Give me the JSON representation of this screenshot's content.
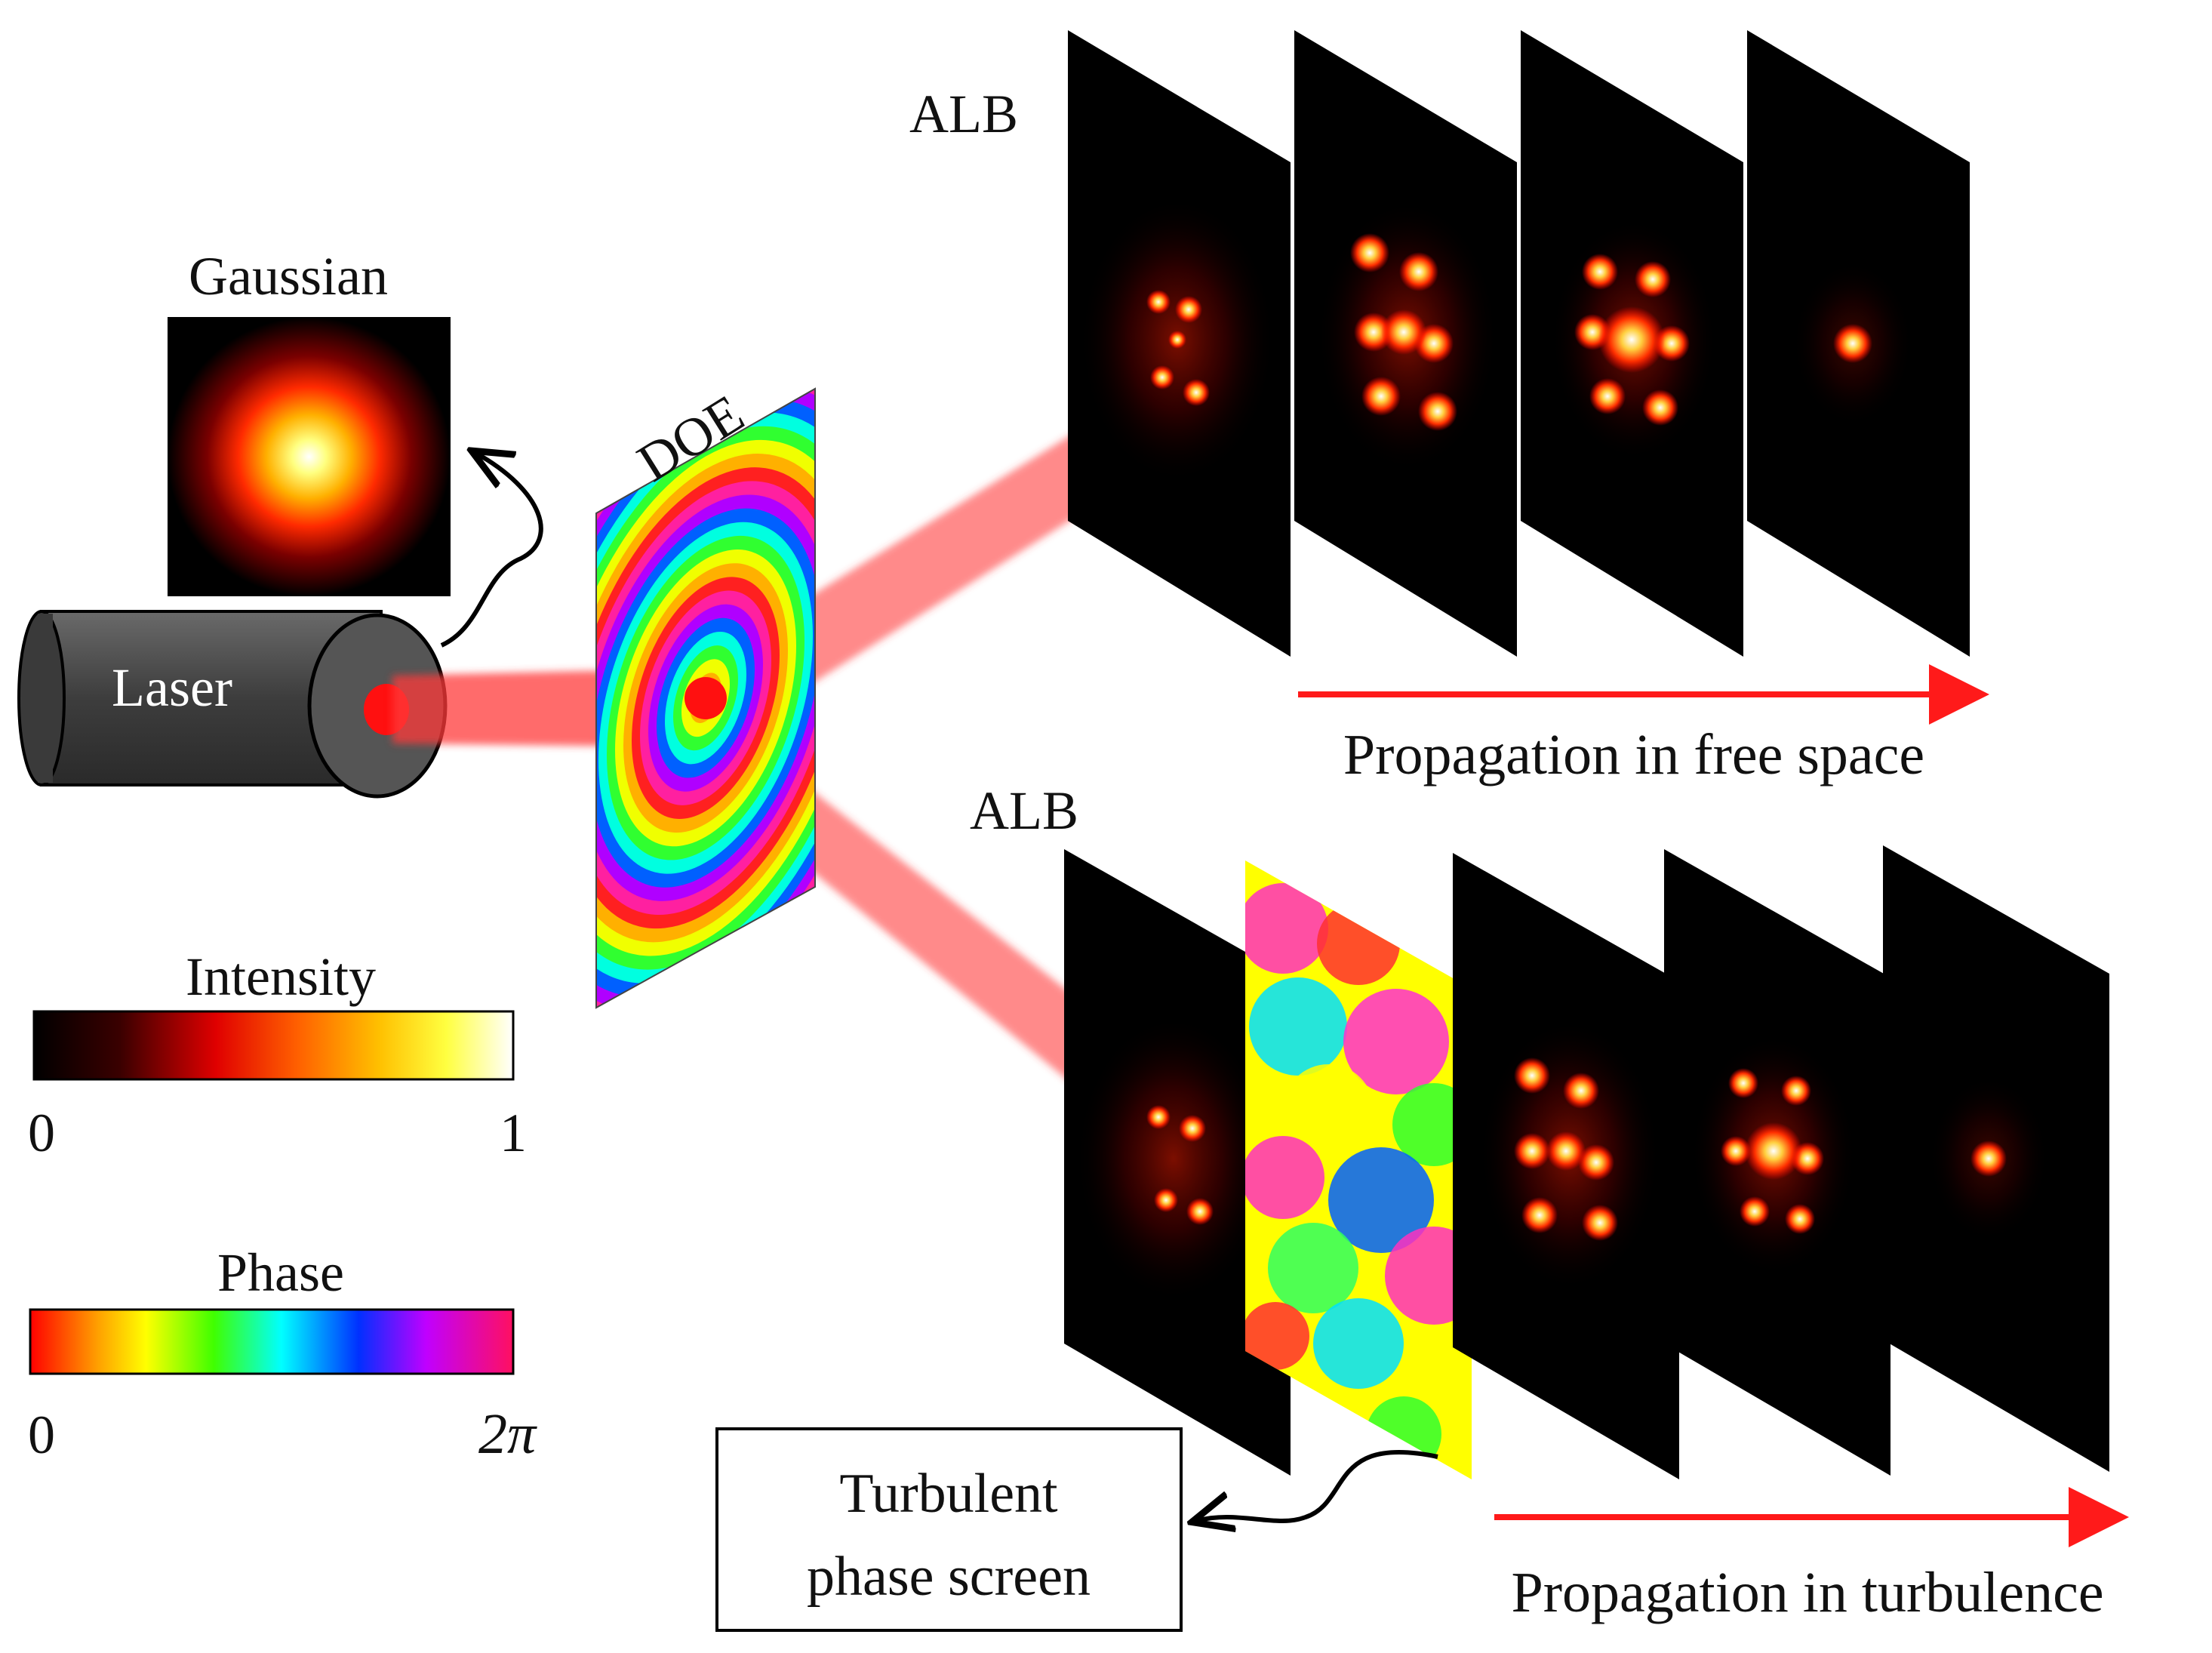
{
  "laser": {
    "label": "Laser"
  },
  "gaussian": {
    "title": "Gaussian"
  },
  "doe": {
    "label": "DOE"
  },
  "free_space": {
    "alb_label": "ALB",
    "caption": "Propagation in free space"
  },
  "turbulence": {
    "alb_label": "ALB",
    "caption": "Propagation in turbulence"
  },
  "turbulent_screen": {
    "line1": "Turbulent",
    "line2": "phase screen"
  },
  "intensity_scale": {
    "title": "Intensity",
    "min": "0",
    "max": "1"
  },
  "phase_scale": {
    "title": "Phase",
    "min": "0",
    "max": "2π"
  },
  "colors": {
    "beam": "#ff3b3b",
    "arrow": "#ff1a1a",
    "panel": "#000000",
    "laser_body": "#4a4a4a"
  }
}
